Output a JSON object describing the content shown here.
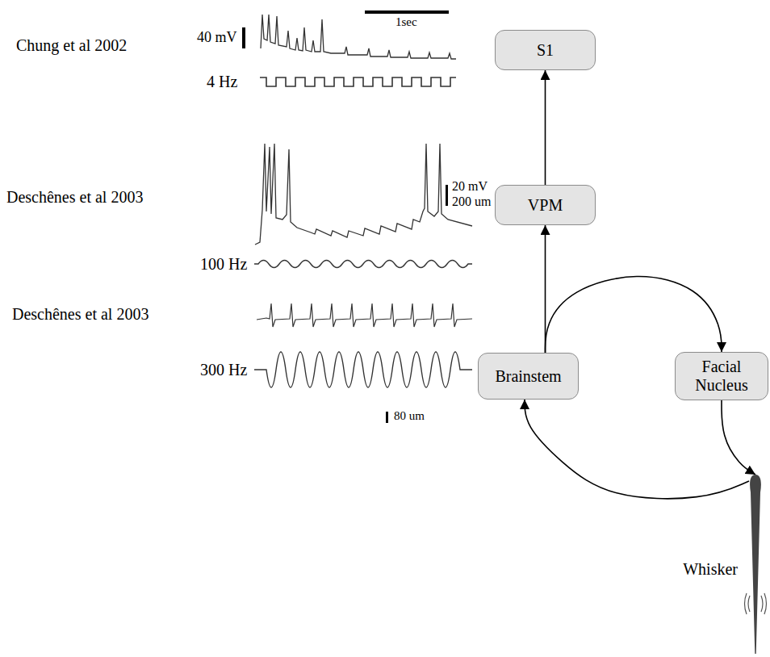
{
  "diagram": {
    "nodes": [
      {
        "text": [
          "S1"
        ]
      },
      {
        "text": [
          "VPM"
        ]
      },
      {
        "text": [
          "Brainstem"
        ]
      },
      {
        "text": [
          "Facial Nucleus"
        ]
      },
      {
        "text": [
          "Whisker"
        ]
      }
    ],
    "edges": [
      {
        "from": 2,
        "to": 1,
        "arrow": "to"
      },
      {
        "from": 1,
        "to": 0,
        "arrow": "to"
      },
      {
        "from": 2,
        "to": 3,
        "arrow": "to"
      },
      {
        "from": 3,
        "to": 4,
        "arrow": "to"
      },
      {
        "from": 4,
        "to": 2,
        "arrow": "to"
      }
    ],
    "labels": [
      "Chung et al 2002",
      "40 mV",
      "1sec",
      "4 Hz",
      "Deschênes et al 2003",
      "20 mV",
      "200 um",
      "100 Hz",
      "Deschênes et al 2003",
      "300 Hz",
      "80 um"
    ]
  }
}
